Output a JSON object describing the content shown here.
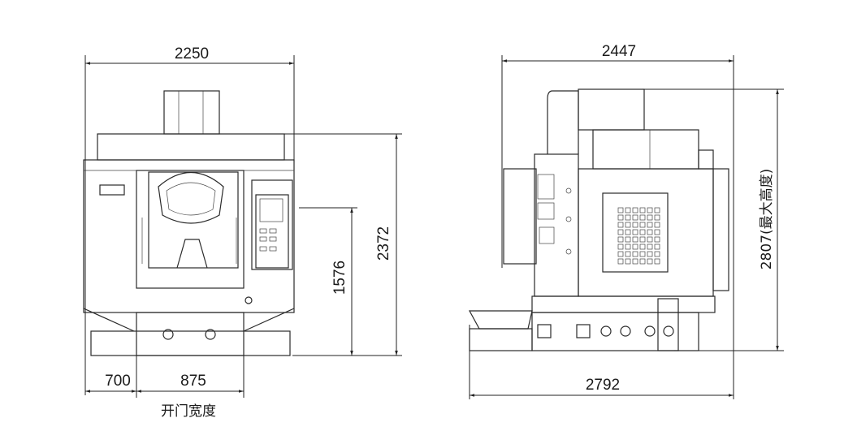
{
  "front_view": {
    "width_total": "2250",
    "height_total": "2372",
    "height_panel": "1576",
    "offset_left": "700",
    "door_width": "875",
    "door_width_label": "开门宽度"
  },
  "side_view": {
    "depth_top": "2447",
    "depth_total": "2792",
    "height_max": "2807(最大高度)"
  }
}
